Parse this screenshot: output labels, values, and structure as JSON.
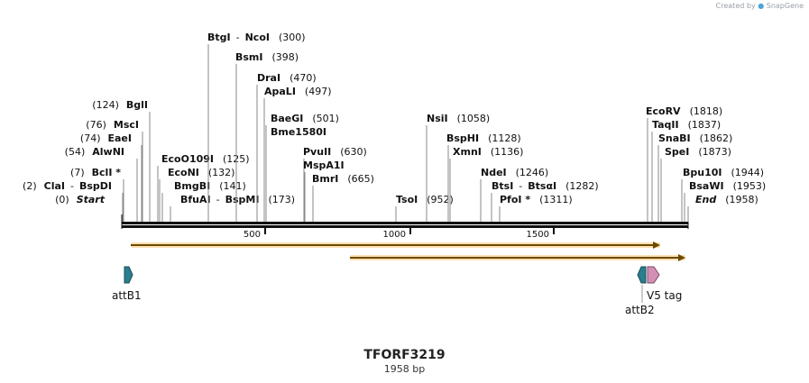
{
  "credit": {
    "prefix": "Created by",
    "brand": "SnapGene"
  },
  "plasmid": {
    "name": "TFORF3219",
    "length_label": "1958 bp"
  },
  "ruler": {
    "ticks": [
      "500",
      "1000",
      "1500"
    ]
  },
  "sites": [
    {
      "name": "Start",
      "pos": "(0)",
      "italic": true
    },
    {
      "name": "ClaI",
      "name2": "BspDI",
      "pos": "(2)"
    },
    {
      "name": "BclI *",
      "pos": "(7)"
    },
    {
      "name": "AlwNI",
      "pos": "(54)"
    },
    {
      "name": "EaeI",
      "pos": "(74)"
    },
    {
      "name": "MscI",
      "pos": "(76)"
    },
    {
      "name": "BglI",
      "pos": "(124)"
    },
    {
      "name": "EcoO109I",
      "pos": "(125)"
    },
    {
      "name": "EcoNI",
      "pos": "(132)"
    },
    {
      "name": "BmgBI",
      "pos": "(141)"
    },
    {
      "name": "BfuAI",
      "name2": "BspMI",
      "pos": "(173)"
    },
    {
      "name": "BtgI",
      "name2": "NcoI",
      "pos": "(300)"
    },
    {
      "name": "BsmI",
      "pos": "(398)"
    },
    {
      "name": "DraI",
      "pos": "(470)"
    },
    {
      "name": "ApaLI",
      "pos": "(497)"
    },
    {
      "name": "BaeGI",
      "pos": "(501)",
      "extra": "Bme1580I"
    },
    {
      "name": "PvuII",
      "pos": "(630)"
    },
    {
      "name": "MspA1I",
      "pos": ""
    },
    {
      "name": "BmrI",
      "pos": "(665)"
    },
    {
      "name": "TsoI",
      "pos": "(952)"
    },
    {
      "name": "NsiI",
      "pos": "(1058)"
    },
    {
      "name": "BspHI",
      "pos": "(1128)"
    },
    {
      "name": "XmnI",
      "pos": "(1136)"
    },
    {
      "name": "NdeI",
      "pos": "(1246)"
    },
    {
      "name": "BtsI",
      "name2": "BtsαI",
      "pos": "(1282)"
    },
    {
      "name": "PfoI *",
      "pos": "(1311)"
    },
    {
      "name": "EcoRV",
      "pos": "(1818)"
    },
    {
      "name": "TaqII",
      "pos": "(1837)"
    },
    {
      "name": "SnaBI",
      "pos": "(1862)"
    },
    {
      "name": "SpeI",
      "pos": "(1873)"
    },
    {
      "name": "Bpu10I",
      "pos": "(1944)"
    },
    {
      "name": "BsaWI",
      "pos": "(1953)"
    },
    {
      "name": "End",
      "pos": "(1958)",
      "italic": true
    }
  ],
  "features": [
    {
      "name": "attB1",
      "color": "#2a7f8f"
    },
    {
      "name": "attB2",
      "color": "#2a7f8f"
    },
    {
      "name": "V5 tag",
      "color": "#d58fb6"
    }
  ],
  "orf_color": "#f5a623"
}
